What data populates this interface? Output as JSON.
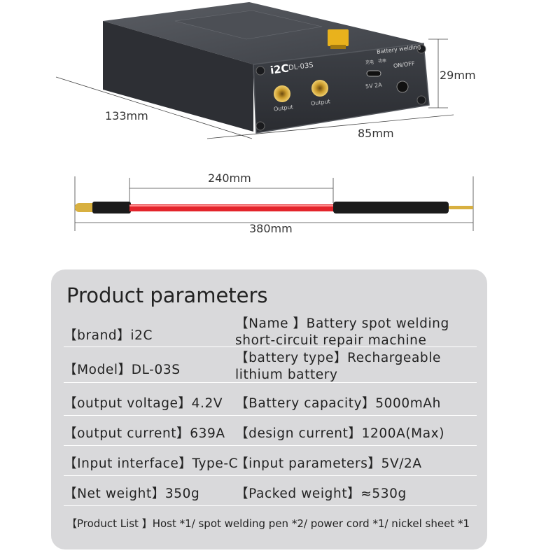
{
  "device": {
    "logo": "i2C",
    "model_label": "DL-03S",
    "top_label": "Battery welding",
    "charge_label": "充电",
    "power_label": "功率",
    "usb_label": "5V 2A",
    "switch_label": "ON/OFF",
    "output1_label": "Output",
    "output2_label": "Output"
  },
  "dimensions": {
    "length": "133mm",
    "width": "85mm",
    "height": "29mm",
    "wire_length": "240mm",
    "total_length": "380mm"
  },
  "parameters": {
    "title": "Product parameters",
    "rows": [
      {
        "left": "【brand】i2C",
        "right_line1": "【Name 】Battery spot welding",
        "right_line2": " short-circuit repair machine"
      },
      {
        "left": "【Model】DL-03S",
        "right_line1": "【battery type】Rechargeable",
        "right_line2": " lithium battery"
      },
      {
        "left": "【output voltage】4.2V",
        "right_line1": "【Battery capacity】5000mAh"
      },
      {
        "left": "【output current】639A",
        "right_line1": "【design current】1200A(Max)"
      },
      {
        "left": "【Input interface】Type-C",
        "right_line1": "【input parameters】5V/2A"
      },
      {
        "left": "【Net weight】350g",
        "right_line1": "【Packed weight】≈530g"
      }
    ],
    "product_list": "【Product List 】Host *1/ spot welding pen *2/ power cord *1/ nickel sheet *1"
  }
}
